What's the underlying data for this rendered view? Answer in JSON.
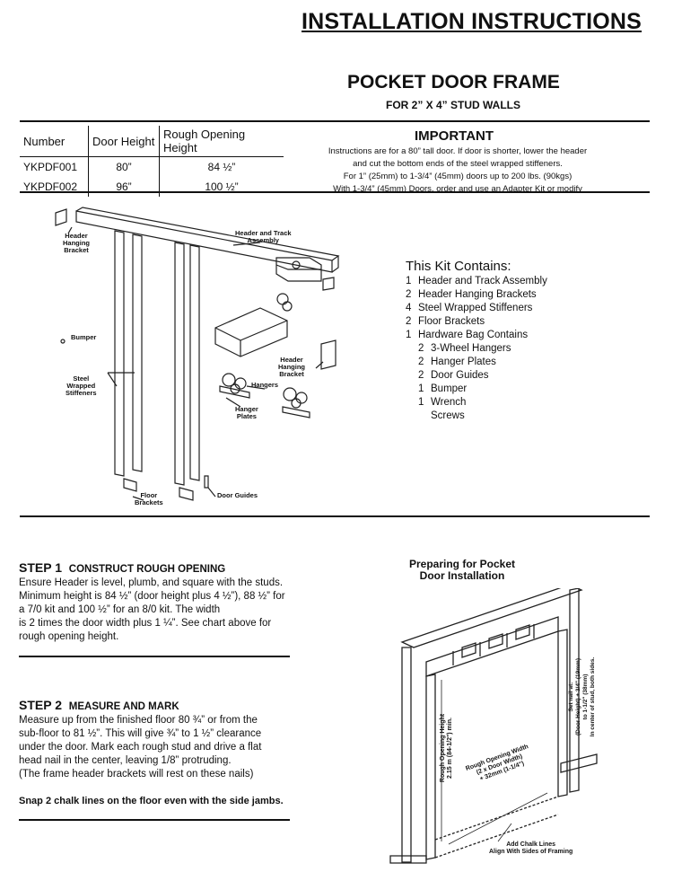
{
  "header": {
    "title": "INSTALLATION INSTRUCTIONS",
    "product": "POCKET DOOR FRAME",
    "subtitle": "FOR 2” X 4” STUD WALLS"
  },
  "spec_table": {
    "headers": [
      "Number",
      "Door Height",
      "Rough Opening Height"
    ],
    "rows": [
      [
        "YKPDF001",
        "80”",
        "84 ½”"
      ],
      [
        "YKPDF002",
        "96”",
        "100 ½”"
      ]
    ]
  },
  "important": {
    "heading": "IMPORTANT",
    "lines": [
      "Instructions are for a 80” tall door.  If door is shorter, lower the header",
      "and cut the bottom ends of the steel wrapped stiffeners.",
      "For 1” (25mm) to 1-3/4” (45mm) doors up to 200 lbs. (90kgs)",
      "With 1-3/4” (45mm) Doors, order and use an Adapter Kit or modify"
    ]
  },
  "parts_diagram": {
    "labels": {
      "header_hanging_bracket": "Header\nHanging\nBracket",
      "header_track_assembly": "Header and Track\nAssembly",
      "bumper": "Bumper",
      "steel_wrapped_stiffeners": "Steel\nWrapped\nStiffeners",
      "header_hanging_bracket_2": "Header\nHanging\nBracket",
      "hangers": "Hangers",
      "hanger_plates": "Hanger\nPlates",
      "floor_brackets": "Floor\nBrackets",
      "door_guides": "Door Guides"
    }
  },
  "kit": {
    "heading": "This Kit Contains:",
    "items": [
      {
        "qty": "1",
        "name": "Header and Track Assembly",
        "indent": false
      },
      {
        "qty": "2",
        "name": "Header Hanging Brackets",
        "indent": false
      },
      {
        "qty": "4",
        "name": "Steel Wrapped Stiffeners",
        "indent": false
      },
      {
        "qty": "2",
        "name": "Floor Brackets",
        "indent": false
      },
      {
        "qty": "1",
        "name": "Hardware Bag Contains",
        "indent": false
      },
      {
        "qty": "2",
        "name": "3-Wheel Hangers",
        "indent": true
      },
      {
        "qty": "2",
        "name": "Hanger Plates",
        "indent": true
      },
      {
        "qty": "2",
        "name": "Door Guides",
        "indent": true
      },
      {
        "qty": "1",
        "name": "Bumper",
        "indent": true
      },
      {
        "qty": "1",
        "name": "Wrench",
        "indent": true
      },
      {
        "qty": "",
        "name": "Screws",
        "indent": true
      }
    ]
  },
  "step1": {
    "label": "STEP 1",
    "title": "CONSTRUCT ROUGH OPENING",
    "lines": [
      "Ensure Header is level, plumb, and square with the studs.",
      "Minimum height is 84 ½” (door height plus 4 ½”), 88 ½” for",
      "a 7/0 kit and 100 ½” for an 8/0 kit.  The width",
      "is 2 times the door width plus 1 ¼”.  See chart above for",
      "rough opening height."
    ]
  },
  "step2": {
    "label": "STEP 2",
    "title": "MEASURE AND MARK",
    "lines": [
      "Measure up from the finished floor 80 ¾” or from the",
      "sub-floor to 81 ½”.  This will give ¾” to 1 ½” clearance",
      "under the door.  Mark each rough stud and drive a flat",
      "head nail in the center, leaving 1/8” protruding.",
      "(The frame header brackets will rest on these nails)"
    ],
    "note": "Snap 2 chalk lines on the floor even with the side jambs."
  },
  "framing_diagram": {
    "title": "Preparing for Pocket\nDoor Installation",
    "rough_height": "Rough Opening Height\n2.15 m (84-1/2\") min.",
    "rough_width": "Rough Opening Width\n(2 x Door Width)\n+ 32mm (1-1/4\")",
    "set_nail": "Set nail at:\n(Door Height) + 3/4\" (19mm)\nto 1-1/2\" (38mm)\nIn center of stud, both sides.",
    "chalk": "Add Chalk Lines\nAlign With Sides of Framing"
  }
}
